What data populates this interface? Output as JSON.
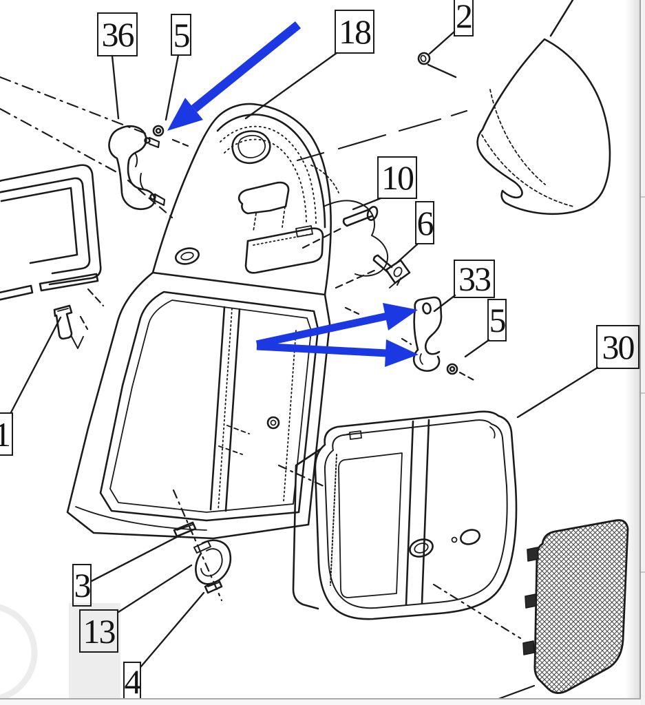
{
  "diagram": {
    "type": "exploded-parts-line-diagram",
    "line_color": "#1b1b1b",
    "arrow_color": "#1c38e3",
    "paper_color": "#ffffff",
    "watermark_color": "#ececec",
    "labels": [
      {
        "number": "36",
        "part": "rubber-bracket"
      },
      {
        "number": "5",
        "part": "nut-upper"
      },
      {
        "number": "18",
        "part": "front-housing"
      },
      {
        "number": "2",
        "part": "washer"
      },
      {
        "number": "10",
        "part": "screw"
      },
      {
        "number": "6",
        "part": "stud-fastener"
      },
      {
        "number": "33",
        "part": "clamp-bracket"
      },
      {
        "number": "5",
        "part": "nut-lower"
      },
      {
        "number": "30",
        "part": "inner-panel"
      },
      {
        "number": "1",
        "part": "screw-left"
      },
      {
        "number": "3",
        "part": "clip-upper"
      },
      {
        "number": "13",
        "part": "bushing-band"
      },
      {
        "number": "4",
        "part": "clip-lower"
      }
    ],
    "annotation_arrows": [
      {
        "name": "arrow-to-nut-5-upper"
      },
      {
        "name": "arrow-to-clamp-bracket-33-top"
      },
      {
        "name": "arrow-to-clamp-bracket-33-bottom"
      }
    ]
  },
  "viewer": {
    "page_edge_color": "#9f9f9f",
    "gutter_color": "#f2f2f2",
    "bottom_edge_color": "#a9a9a9"
  }
}
